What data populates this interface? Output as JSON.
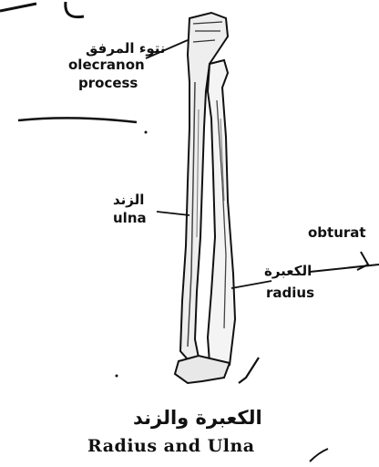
{
  "labels": {
    "olecranon_ar": "نتوء المرفق",
    "olecranon_en_1": "olecranon",
    "olecranon_en_2": "process",
    "ulna_ar": "الزند",
    "ulna_en": "ulna",
    "radius_ar": "الكعبرة",
    "radius_en": "radius",
    "obturator_partial": "obturat"
  },
  "caption": {
    "arabic": "الكعبرة والزند",
    "english": "Radius and Ulna"
  },
  "colors": {
    "ink": "#111111",
    "paper": "#ffffff"
  }
}
